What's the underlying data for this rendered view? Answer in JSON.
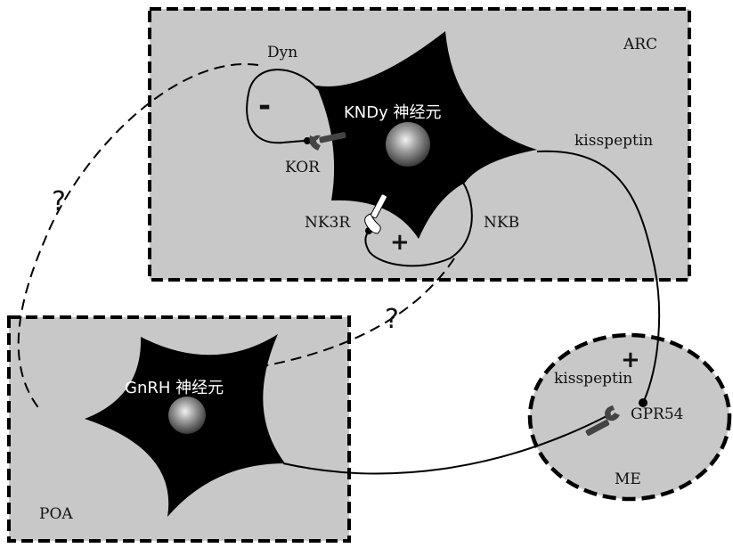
{
  "regions": {
    "arc": "ARC",
    "poa": "POA",
    "me": "ME"
  },
  "neurons": {
    "kndy": "KNDy 神经元",
    "gnrh": "GnRH 神经元"
  },
  "signals": {
    "dyn": "Dyn",
    "kor": "KOR",
    "nk3r": "NK3R",
    "nkb": "NKB",
    "kisspeptin_arc": "kisspeptin",
    "kisspeptin_me": "kisspeptin",
    "gpr54": "GPR54"
  },
  "signs": {
    "minus": "-",
    "plus_nkb": "+",
    "plus_kiss": "+"
  },
  "unknowns": {
    "q1": "?",
    "q2": "?"
  },
  "colors": {
    "region_fill": "#c8c8c8",
    "neuron": "#000000",
    "receptor_dark": "#444444",
    "receptor_light": "#ffffff"
  }
}
